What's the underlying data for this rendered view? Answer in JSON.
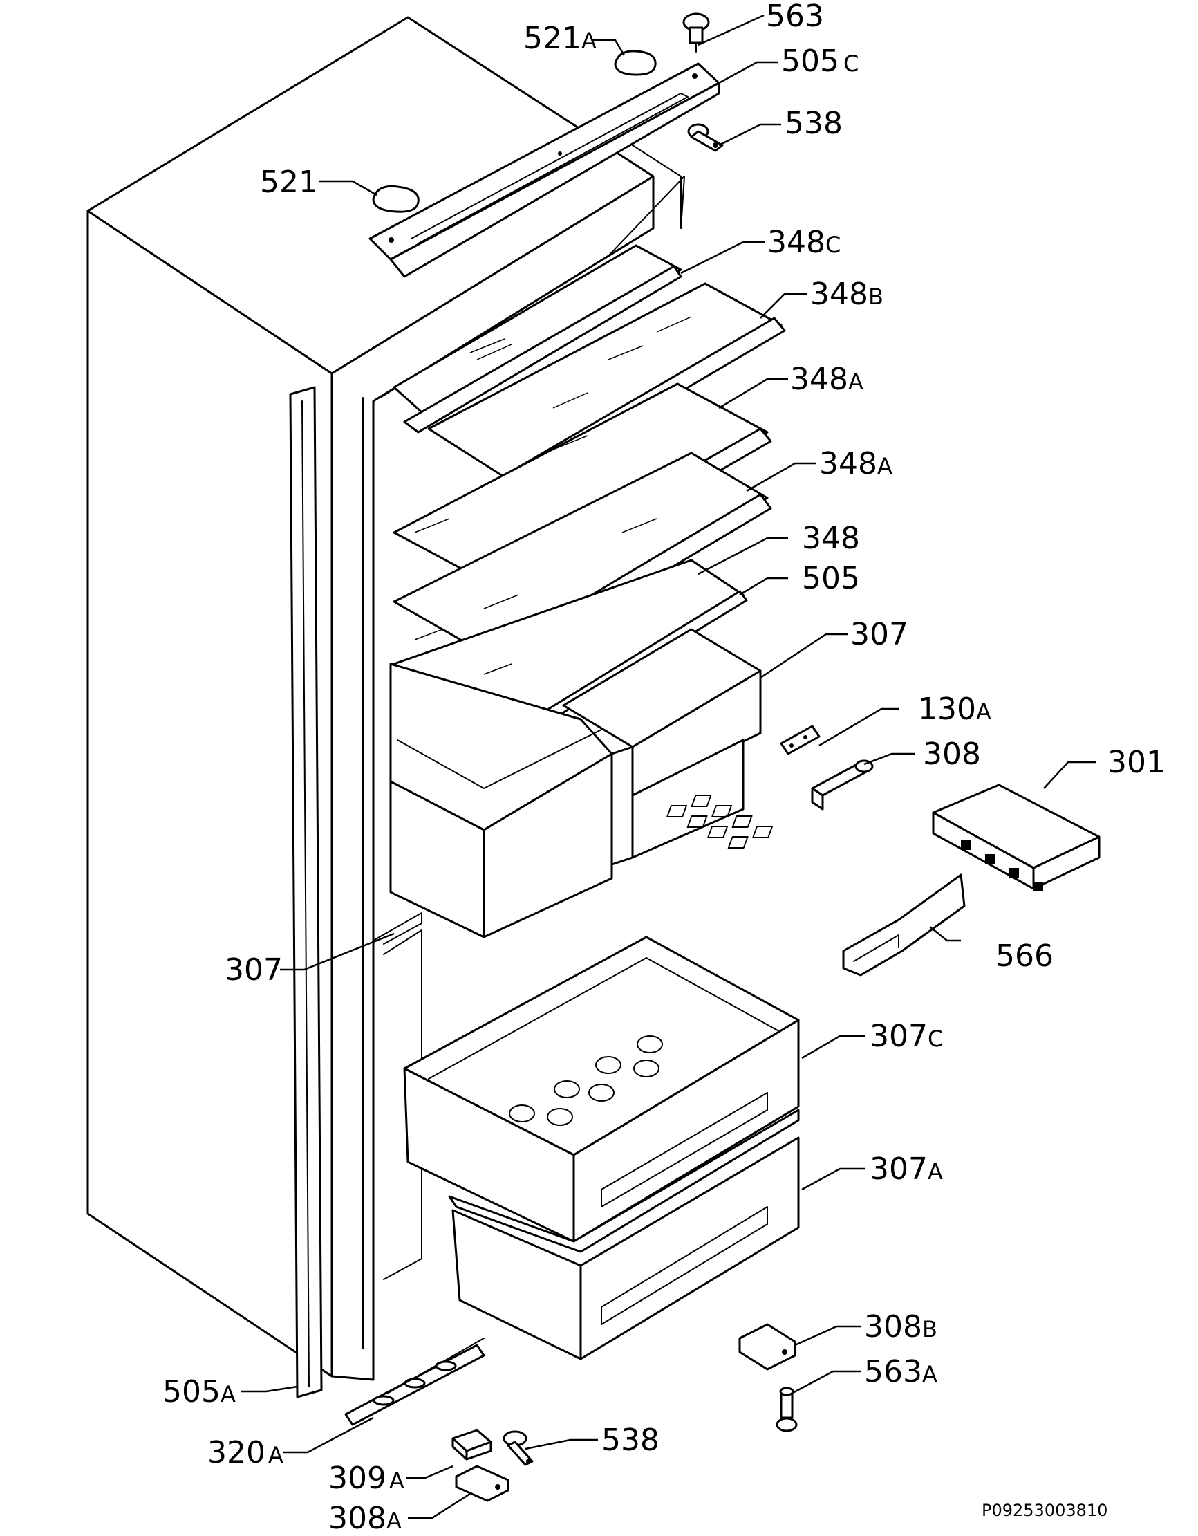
{
  "diagram": {
    "reference_code": "P09253003810",
    "callouts": [
      {
        "id": "c563",
        "number": "563",
        "suffix": ""
      },
      {
        "id": "c521a",
        "number": "521",
        "suffix": "A"
      },
      {
        "id": "c505c",
        "number": "505",
        "suffix": "C"
      },
      {
        "id": "c538t",
        "number": "538",
        "suffix": ""
      },
      {
        "id": "c521",
        "number": "521",
        "suffix": ""
      },
      {
        "id": "c348c",
        "number": "348",
        "suffix": "C"
      },
      {
        "id": "c348b",
        "number": "348",
        "suffix": "B"
      },
      {
        "id": "c348a1",
        "number": "348",
        "suffix": "A"
      },
      {
        "id": "c348a2",
        "number": "348",
        "suffix": "A"
      },
      {
        "id": "c348",
        "number": "348",
        "suffix": ""
      },
      {
        "id": "c505",
        "number": "505",
        "suffix": ""
      },
      {
        "id": "c307t",
        "number": "307",
        "suffix": ""
      },
      {
        "id": "c130a",
        "number": "130",
        "suffix": "A"
      },
      {
        "id": "c308",
        "number": "308",
        "suffix": ""
      },
      {
        "id": "c301",
        "number": "301",
        "suffix": ""
      },
      {
        "id": "c566",
        "number": "566",
        "suffix": ""
      },
      {
        "id": "c307l",
        "number": "307",
        "suffix": ""
      },
      {
        "id": "c307c",
        "number": "307",
        "suffix": "C"
      },
      {
        "id": "c307a",
        "number": "307",
        "suffix": "A"
      },
      {
        "id": "c308b",
        "number": "308",
        "suffix": "B"
      },
      {
        "id": "c563a",
        "number": "563",
        "suffix": "A"
      },
      {
        "id": "c505a",
        "number": "505",
        "suffix": "A"
      },
      {
        "id": "c320a",
        "number": "320",
        "suffix": "A"
      },
      {
        "id": "c538b",
        "number": "538",
        "suffix": ""
      },
      {
        "id": "c309a",
        "number": "309",
        "suffix": "A"
      },
      {
        "id": "c308a",
        "number": "308",
        "suffix": "A"
      }
    ]
  }
}
